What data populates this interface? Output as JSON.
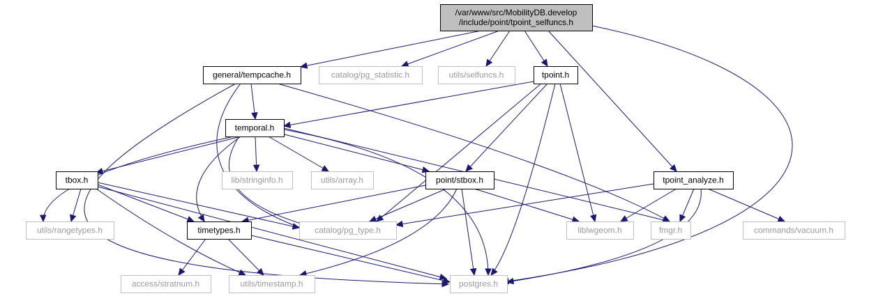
{
  "graph": {
    "nodes": [
      {
        "id": "root",
        "kind": "root",
        "lines": [
          "/var/www/src/MobilityDB.develop",
          "/include/point/tpoint_selfuncs.h"
        ]
      },
      {
        "id": "tempcache",
        "kind": "doc",
        "lines": [
          "general/tempcache.h"
        ]
      },
      {
        "id": "pg_statistic",
        "kind": "ext",
        "lines": [
          "catalog/pg_statistic.h"
        ]
      },
      {
        "id": "selfuncs",
        "kind": "ext",
        "lines": [
          "utils/selfuncs.h"
        ]
      },
      {
        "id": "tpoint",
        "kind": "doc",
        "lines": [
          "tpoint.h"
        ]
      },
      {
        "id": "temporal",
        "kind": "doc",
        "lines": [
          "temporal.h"
        ]
      },
      {
        "id": "tbox",
        "kind": "doc",
        "lines": [
          "tbox.h"
        ]
      },
      {
        "id": "stringinfo",
        "kind": "ext",
        "lines": [
          "lib/stringinfo.h"
        ]
      },
      {
        "id": "array",
        "kind": "ext",
        "lines": [
          "utils/array.h"
        ]
      },
      {
        "id": "stbox",
        "kind": "doc",
        "lines": [
          "point/stbox.h"
        ]
      },
      {
        "id": "tpoint_analyze",
        "kind": "doc",
        "lines": [
          "tpoint_analyze.h"
        ]
      },
      {
        "id": "rangetypes",
        "kind": "ext",
        "lines": [
          "utils/rangetypes.h"
        ]
      },
      {
        "id": "timetypes",
        "kind": "doc",
        "lines": [
          "timetypes.h"
        ]
      },
      {
        "id": "pg_type",
        "kind": "ext",
        "lines": [
          "catalog/pg_type.h"
        ]
      },
      {
        "id": "liblwgeom",
        "kind": "ext",
        "lines": [
          "liblwgeom.h"
        ]
      },
      {
        "id": "fmgr",
        "kind": "ext",
        "lines": [
          "fmgr.h"
        ]
      },
      {
        "id": "vacuum",
        "kind": "ext",
        "lines": [
          "commands/vacuum.h"
        ]
      },
      {
        "id": "stratnum",
        "kind": "ext",
        "lines": [
          "access/stratnum.h"
        ]
      },
      {
        "id": "timestamp",
        "kind": "ext",
        "lines": [
          "utils/timestamp.h"
        ]
      },
      {
        "id": "postgres",
        "kind": "ext",
        "lines": [
          "postgres.h"
        ]
      }
    ],
    "edges": [
      [
        "root",
        "tempcache"
      ],
      [
        "root",
        "pg_statistic"
      ],
      [
        "root",
        "selfuncs"
      ],
      [
        "root",
        "tpoint"
      ],
      [
        "root",
        "tpoint_analyze"
      ],
      [
        "root",
        "postgres"
      ],
      [
        "tempcache",
        "temporal"
      ],
      [
        "tempcache",
        "pg_type"
      ],
      [
        "tempcache",
        "postgres"
      ],
      [
        "tempcache",
        "fmgr"
      ],
      [
        "tpoint",
        "temporal"
      ],
      [
        "tpoint",
        "stbox"
      ],
      [
        "tpoint",
        "pg_type"
      ],
      [
        "tpoint",
        "liblwgeom"
      ],
      [
        "tpoint",
        "postgres"
      ],
      [
        "temporal",
        "tbox"
      ],
      [
        "temporal",
        "rangetypes"
      ],
      [
        "temporal",
        "stringinfo"
      ],
      [
        "temporal",
        "array"
      ],
      [
        "temporal",
        "stbox"
      ],
      [
        "temporal",
        "timetypes"
      ],
      [
        "temporal",
        "pg_type"
      ],
      [
        "temporal",
        "fmgr"
      ],
      [
        "temporal",
        "postgres"
      ],
      [
        "tbox",
        "rangetypes"
      ],
      [
        "tbox",
        "timetypes"
      ],
      [
        "tbox",
        "pg_type"
      ],
      [
        "tbox",
        "timestamp"
      ],
      [
        "tbox",
        "postgres"
      ],
      [
        "stbox",
        "timetypes"
      ],
      [
        "stbox",
        "pg_type"
      ],
      [
        "stbox",
        "liblwgeom"
      ],
      [
        "stbox",
        "timestamp"
      ],
      [
        "stbox",
        "postgres"
      ],
      [
        "tpoint_analyze",
        "pg_type"
      ],
      [
        "tpoint_analyze",
        "liblwgeom"
      ],
      [
        "tpoint_analyze",
        "fmgr"
      ],
      [
        "tpoint_analyze",
        "vacuum"
      ],
      [
        "tpoint_analyze",
        "postgres"
      ],
      [
        "timetypes",
        "stratnum"
      ],
      [
        "timetypes",
        "timestamp"
      ],
      [
        "timetypes",
        "postgres"
      ]
    ]
  }
}
